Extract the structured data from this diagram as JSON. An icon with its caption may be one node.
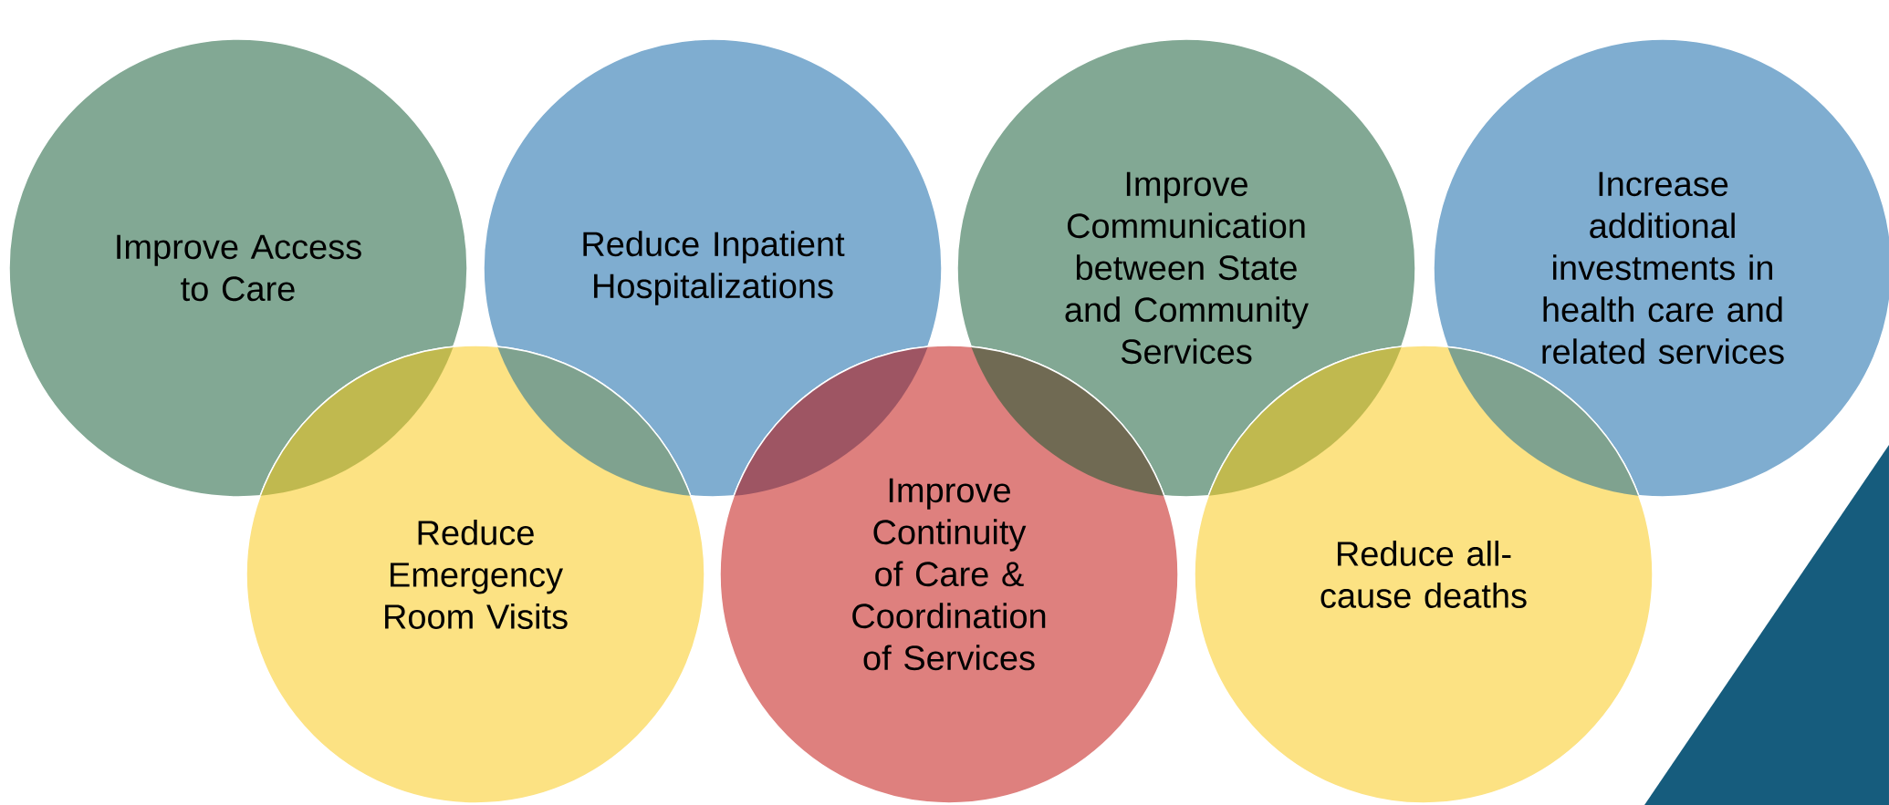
{
  "diagram": {
    "nodes": [
      {
        "text": [
          "Improve Access to Care"
        ]
      },
      {
        "text": [
          "Reduce Inpatient Hospitalizations"
        ]
      },
      {
        "text": [
          "Improve Communication between State and Community Services"
        ]
      },
      {
        "text": [
          "Increase additional investments in health care and related services"
        ]
      },
      {
        "text": [
          "Reduce Emergency Room Visits"
        ]
      },
      {
        "text": [
          "Improve Continuity of Care & Coordination of Services"
        ]
      },
      {
        "text": [
          "Reduce all-cause deaths"
        ]
      }
    ]
  }
}
